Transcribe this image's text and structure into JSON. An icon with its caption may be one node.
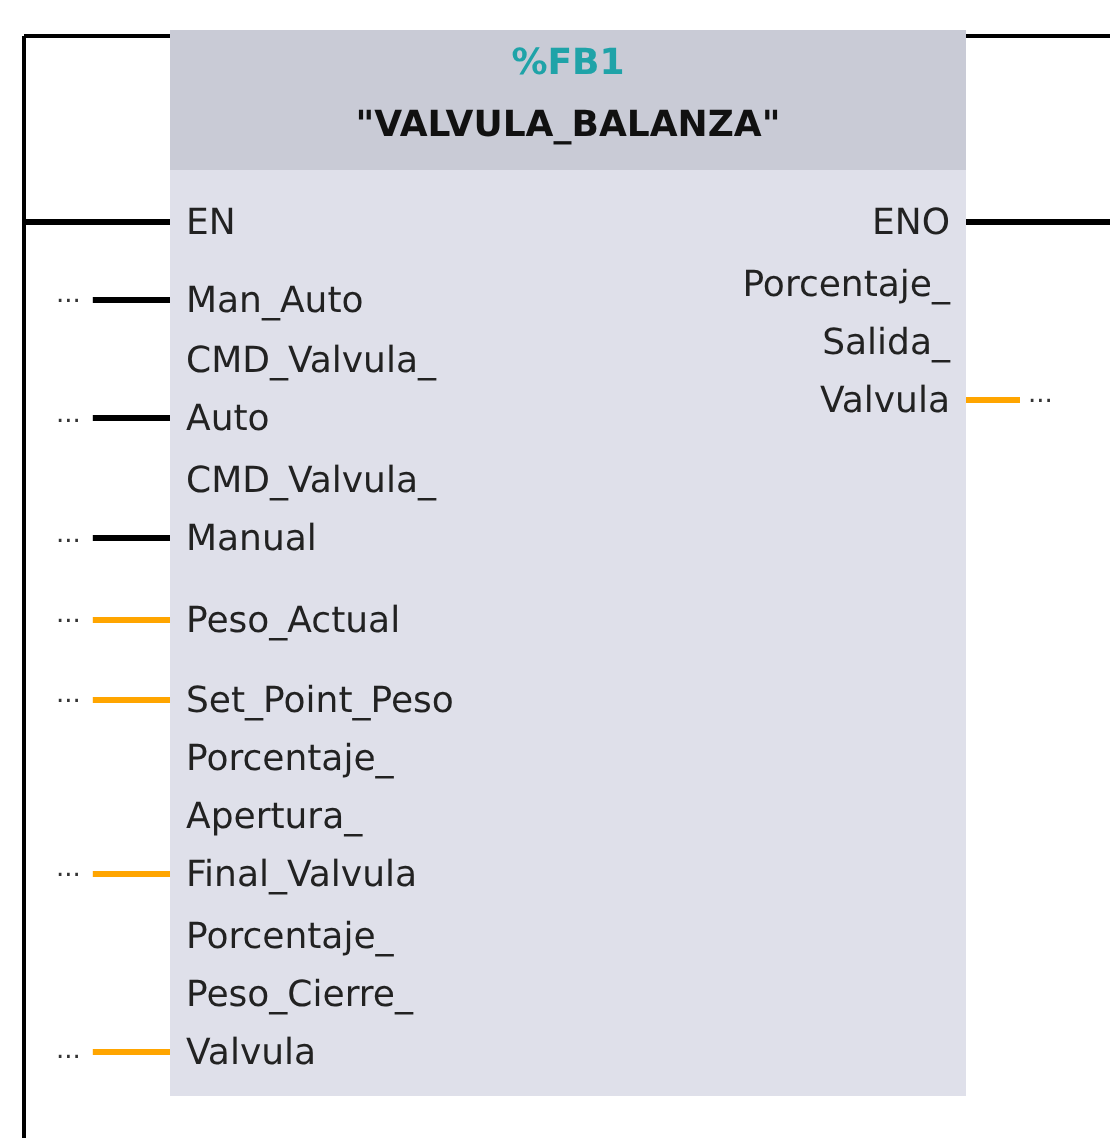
{
  "diagram": {
    "nodes": [
      {
        "text": [
          "%FB1",
          "\"VALVULA_BALANZA\""
        ]
      },
      {
        "text": [
          "EN"
        ],
        "in": 0
      },
      {
        "text": [
          "ENO"
        ],
        "in": 0
      },
      {
        "text": [
          "Man_Auto"
        ],
        "in": 0
      },
      {
        "text": [
          "CMD_Valvula_ Auto"
        ],
        "in": 0
      },
      {
        "text": [
          "CMD_Valvula_ Manual"
        ],
        "in": 0
      },
      {
        "text": [
          "Peso_Actual"
        ],
        "in": 0
      },
      {
        "text": [
          "Set_Point_Peso"
        ],
        "in": 0
      },
      {
        "text": [
          "Porcentaje_ Apertura_ Final_Valvula"
        ],
        "in": 0
      },
      {
        "text": [
          "Porcentaje_ Peso_Cierre_ Valvula"
        ],
        "in": 0
      },
      {
        "text": [
          "Porcentaje_ Salida_ Valvula"
        ],
        "in": 0
      },
      {
        "text": [
          "..."
        ]
      },
      {
        "text": [
          "..."
        ]
      },
      {
        "text": [
          "..."
        ]
      },
      {
        "text": [
          "..."
        ]
      },
      {
        "text": [
          "..."
        ]
      },
      {
        "text": [
          "..."
        ]
      },
      {
        "text": [
          "..."
        ]
      },
      {
        "text": [
          "..."
        ]
      }
    ],
    "edges": [
      {
        "from": null,
        "to": 1,
        "arrow": "none"
      },
      {
        "from": 2,
        "to": null,
        "arrow": "none"
      },
      {
        "from": 11,
        "to": 3,
        "arrow": "none"
      },
      {
        "from": 12,
        "to": 4,
        "arrow": "none"
      },
      {
        "from": 13,
        "to": 5,
        "arrow": "none"
      },
      {
        "from": 14,
        "to": 6,
        "arrow": "none",
        "color": "#ffa500"
      },
      {
        "from": 15,
        "to": 7,
        "arrow": "none",
        "color": "#ffa500"
      },
      {
        "from": 16,
        "to": 8,
        "arrow": "none",
        "color": "#ffa500"
      },
      {
        "from": 17,
        "to": 9,
        "arrow": "none",
        "color": "#ffa500"
      },
      {
        "from": 10,
        "to": 18,
        "arrow": "none",
        "color": "#ffa500"
      }
    ]
  }
}
